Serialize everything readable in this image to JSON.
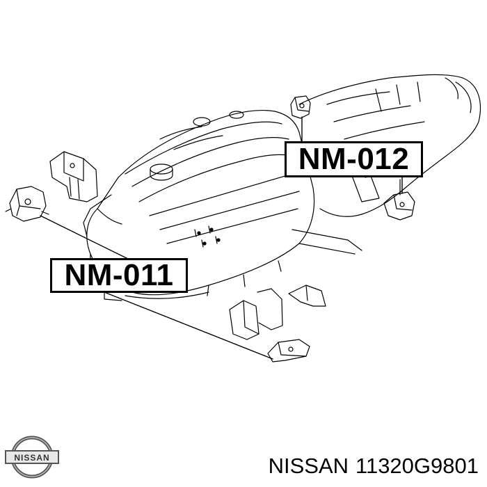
{
  "callouts": {
    "upper_right": "NM-012",
    "lower_left": "NM-011"
  },
  "caption": {
    "brand": "NISSAN",
    "part_number": "11320G9801"
  },
  "logo": {
    "name": "nissan-logo",
    "text": "NISSAN"
  },
  "colors": {
    "ink": "#000000",
    "background": "#ffffff"
  }
}
